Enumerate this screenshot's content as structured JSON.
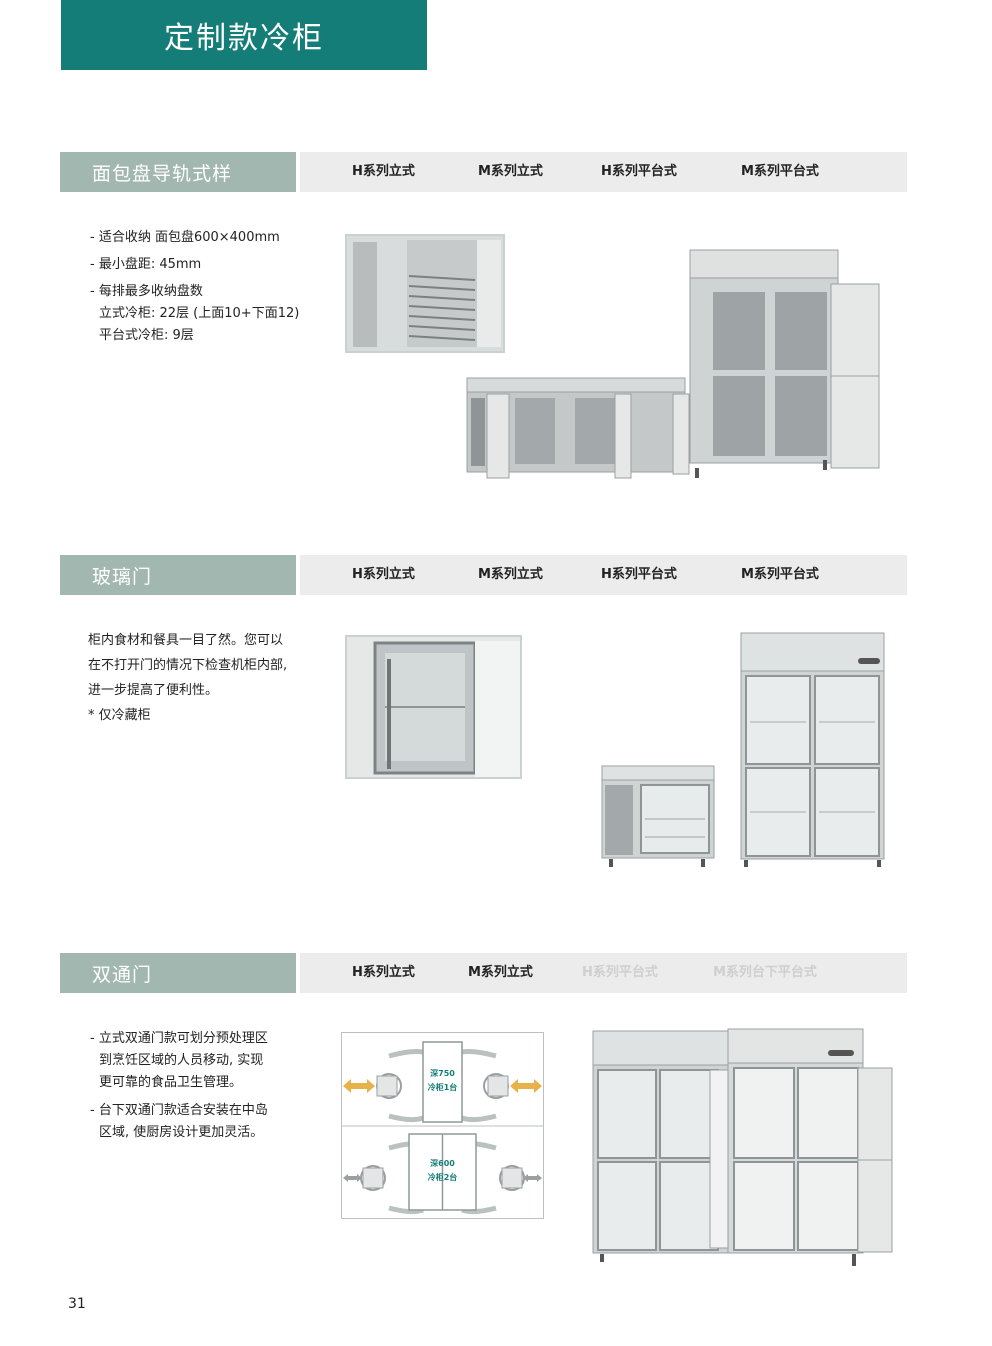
{
  "page_title": "定制款冷柜",
  "page_number": "31",
  "sections": [
    {
      "label": "面包盘导轨式样",
      "series": [
        "H系列立式",
        "M系列立式",
        "H系列平台式",
        "M系列平台式"
      ],
      "lines": [
        "- 适合收纳 面包盘600×400mm",
        "- 最小盘距: 45mm",
        "- 每排最多收纳盘数",
        "立式冷柜: 22层 (上面10+下面12)",
        "平台式冷柜: 9层"
      ]
    },
    {
      "label": "玻璃门",
      "series": [
        "H系列立式",
        "M系列立式",
        "H系列平台式",
        "M系列平台式"
      ],
      "lines": [
        "柜内食材和餐具一目了然。您可以",
        "在不打开门的情况下检查机柜内部,",
        "进一步提高了便利性。",
        "* 仅冷藏柜"
      ]
    },
    {
      "label": "双通门",
      "series": [
        "H系列立式",
        "M系列立式",
        "H系列平台式",
        "M系列台下平台式"
      ],
      "lines": [
        "- 立式双通门款可划分预处理区",
        "到烹饪区域的人员移动, 实现",
        "更可靠的食品卫生管理。",
        "- 台下双通门款适合安装在中岛",
        "区域, 使厨房设计更加灵活。"
      ]
    }
  ],
  "diagram": {
    "top_label_1": "深750",
    "top_label_2": "冷柜1台",
    "bottom_label_1": "深600",
    "bottom_label_2": "冷柜2台"
  },
  "colors": {
    "teal": "#157d77",
    "label_bg": "#a2b7b0",
    "bar_bg": "#ececec",
    "arrow": "#e8b24a"
  }
}
